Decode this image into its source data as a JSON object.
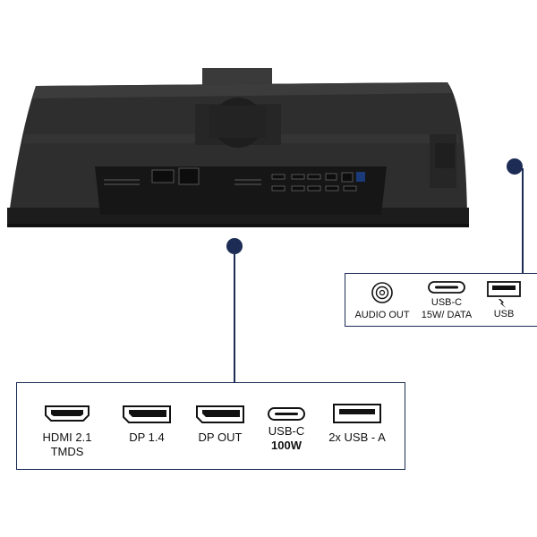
{
  "main_panel": {
    "ports": [
      {
        "icon": "hdmi-port-icon",
        "line1": "HDMI 2.1",
        "line2": "TMDS"
      },
      {
        "icon": "displayport-in-icon",
        "line1": "DP 1.4",
        "line2": ""
      },
      {
        "icon": "displayport-out-icon",
        "line1": "DP OUT",
        "line2": ""
      },
      {
        "icon": "usb-c-port-icon",
        "line1": "USB-C",
        "line2": "100W"
      },
      {
        "icon": "usb-a-port-icon",
        "line1": "2x USB - A",
        "line2": ""
      }
    ]
  },
  "side_panel": {
    "ports": [
      {
        "icon": "audio-jack-icon",
        "line1": "AUDIO OUT",
        "line2": ""
      },
      {
        "icon": "usb-c-port-icon",
        "line1": "USB-C",
        "line2": "15W/ DATA"
      },
      {
        "icon": "usb-a-charging-icon",
        "line1": "",
        "line2": "USB"
      }
    ]
  },
  "colors": {
    "accent": "#1c2c54",
    "monitor_body": "#2b2b2b"
  }
}
